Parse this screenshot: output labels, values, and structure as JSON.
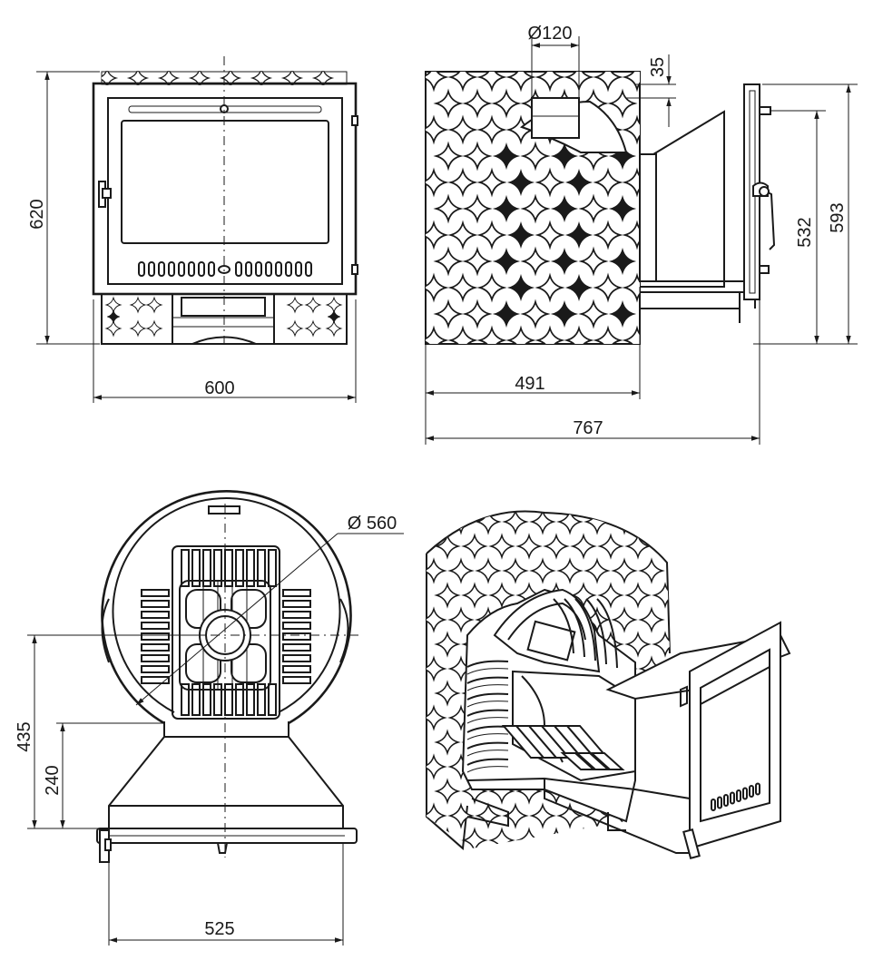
{
  "dimensions": {
    "front_height": "620",
    "front_width": "600",
    "side_depth_body": "491",
    "side_depth_total": "767",
    "flue_diameter": "Ø120",
    "flue_offset": "35",
    "door_height": "532",
    "side_height": "593",
    "body_diameter": "Ø 560",
    "plan_flue_offset": "435",
    "plan_door_offset": "240",
    "plan_width": "525"
  }
}
